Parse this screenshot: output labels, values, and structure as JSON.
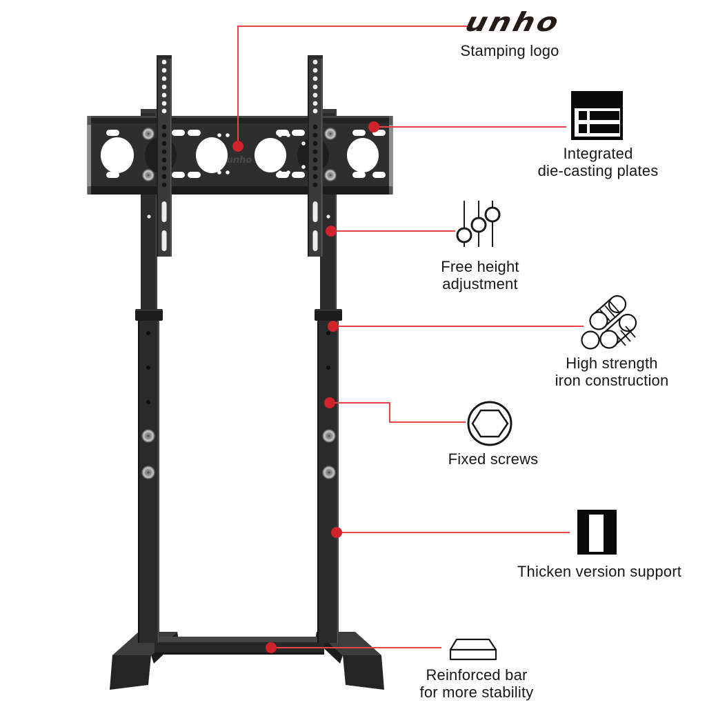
{
  "brand": {
    "logo_text": "unho",
    "plate_engraving": "unho"
  },
  "colors": {
    "background": "#ffffff",
    "callout_line": "#ee4145",
    "callout_dot": "#d0232b",
    "label_text": "#161616",
    "product_body": "#2e2e2e"
  },
  "callouts": [
    {
      "id": "stamping-logo",
      "icon": "unho-logo",
      "lines": [
        "Stamping logo"
      ]
    },
    {
      "id": "die-casting-plates",
      "icon": "die-casting-plates-icon",
      "lines": [
        "Integrated",
        "die-casting plates"
      ]
    },
    {
      "id": "height-adjustment",
      "icon": "height-sliders-icon",
      "lines": [
        "Free height",
        "adjustment"
      ]
    },
    {
      "id": "iron-construction",
      "icon": "iron-pipes-icon",
      "lines": [
        "High strength",
        "iron construction"
      ]
    },
    {
      "id": "fixed-screws",
      "icon": "hex-socket-screw-icon",
      "lines": [
        "Fixed screws"
      ]
    },
    {
      "id": "thicken-support",
      "icon": "thick-tube-profile-icon",
      "lines": [
        "Thicken version support"
      ]
    },
    {
      "id": "reinforced-bar",
      "icon": "reinforced-bar-icon",
      "lines": [
        "Reinforced bar",
        "for more stability"
      ]
    }
  ]
}
